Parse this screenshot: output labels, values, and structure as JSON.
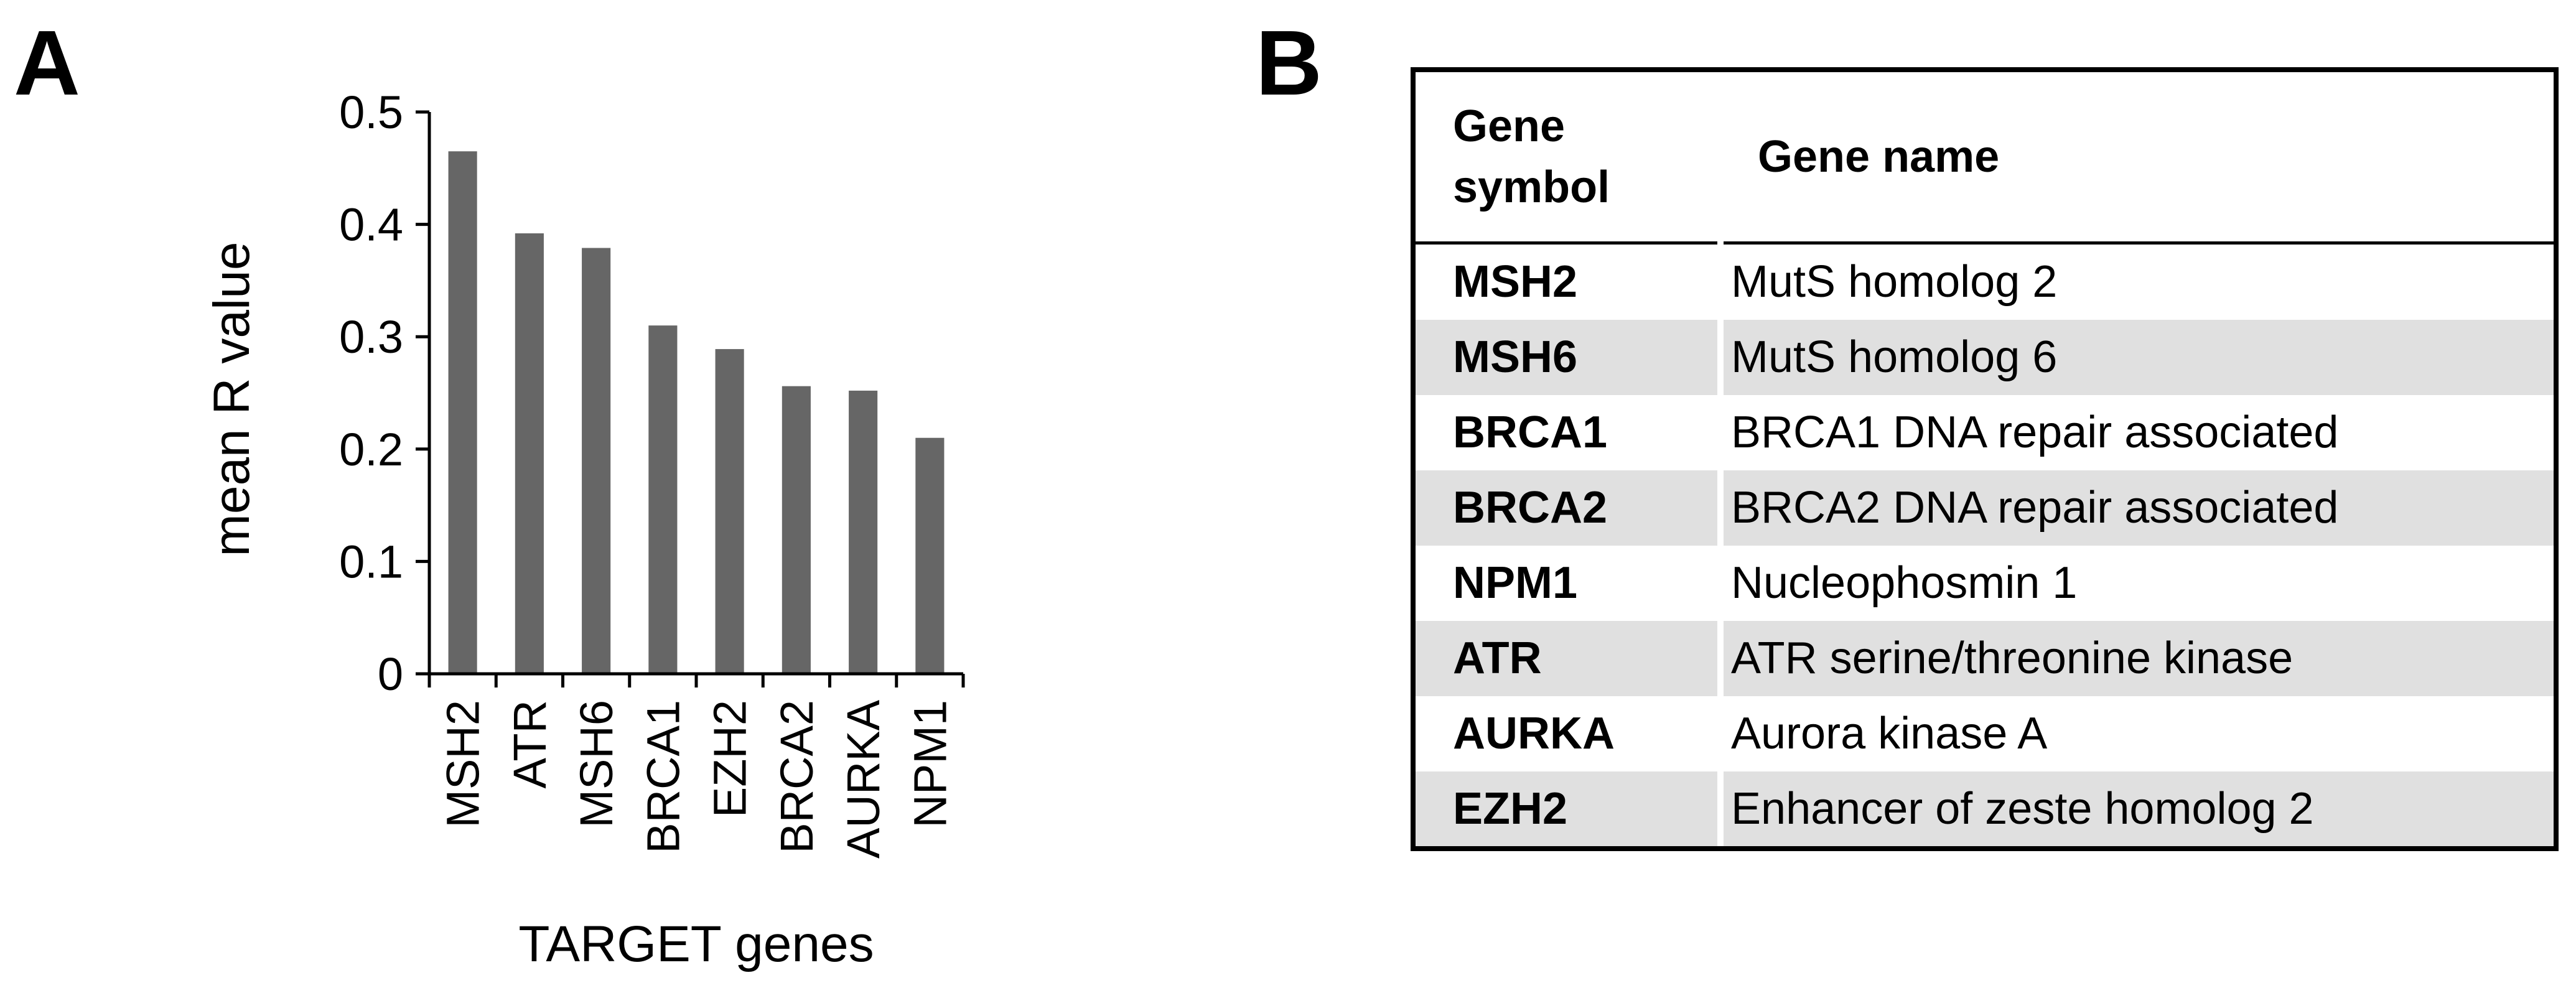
{
  "panels": {
    "a": "A",
    "b": "B"
  },
  "chart_data": {
    "type": "bar",
    "categories": [
      "MSH2",
      "ATR",
      "MSH6",
      "BRCA1",
      "EZH2",
      "BRCA2",
      "AURKA",
      "NPM1"
    ],
    "values": [
      0.465,
      0.392,
      0.379,
      0.31,
      0.289,
      0.256,
      0.252,
      0.21
    ],
    "ylim": [
      0,
      0.5
    ],
    "yticks": [
      "0",
      "0.1",
      "0.2",
      "0.3",
      "0.4",
      "0.5"
    ],
    "xlabel": "TARGET genes",
    "ylabel": "mean R value",
    "bar_color": "#666666",
    "grid": false
  },
  "table": {
    "headers": [
      "Gene symbol",
      "Gene name"
    ],
    "rows": [
      {
        "symbol": "MSH2",
        "name": "MutS homolog 2"
      },
      {
        "symbol": "MSH6",
        "name": "MutS homolog 6"
      },
      {
        "symbol": "BRCA1",
        "name": "BRCA1 DNA repair associated"
      },
      {
        "symbol": "BRCA2",
        "name": "BRCA2 DNA repair associated"
      },
      {
        "symbol": "NPM1",
        "name": "Nucleophosmin 1"
      },
      {
        "symbol": "ATR",
        "name": "ATR serine/threonine kinase"
      },
      {
        "symbol": "AURKA",
        "name": "Aurora kinase A"
      },
      {
        "symbol": "EZH2",
        "name": "Enhancer of zeste homolog 2"
      }
    ],
    "shade_color": "#e0e0e0"
  }
}
